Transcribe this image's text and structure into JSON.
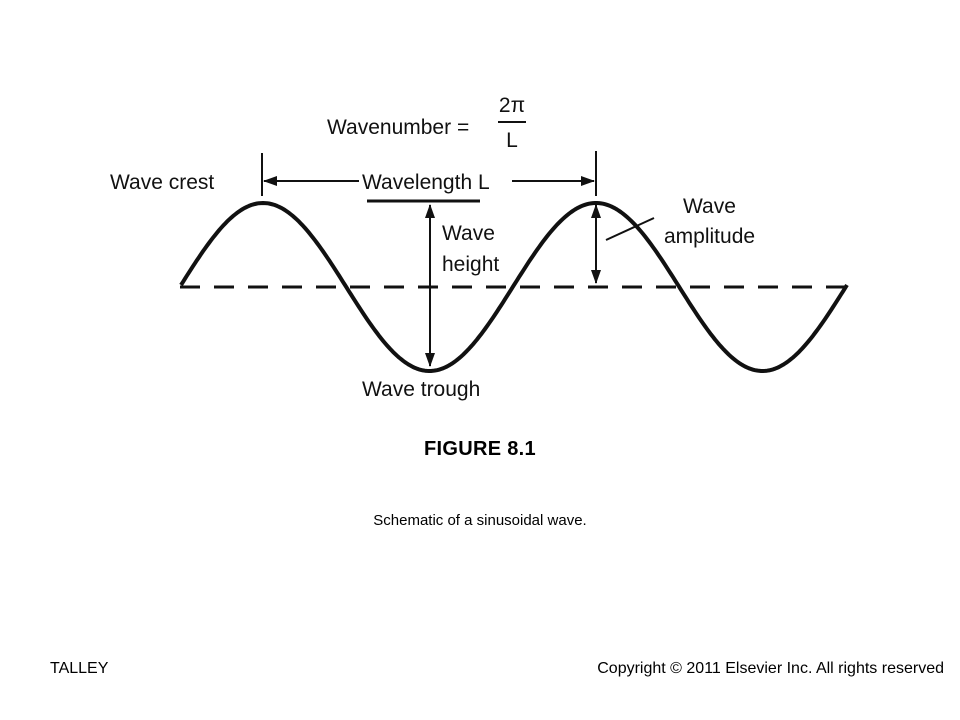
{
  "diagram": {
    "wavenumber_label": "Wavenumber =",
    "wavenumber_numerator": "2π",
    "wavenumber_denominator": "L",
    "wave_crest": "Wave crest",
    "wavelength": "Wavelength L",
    "wave_height_line1": "Wave",
    "wave_height_line2": "height",
    "wave_amplitude_line1": "Wave",
    "wave_amplitude_line2": "amplitude",
    "wave_trough": "Wave trough"
  },
  "figure": {
    "title": "FIGURE 8.1",
    "caption": "Schematic of a sinusoidal wave."
  },
  "footer": {
    "author": "TALLEY",
    "copyright": "Copyright © 2011 Elsevier Inc. All rights reserved"
  }
}
